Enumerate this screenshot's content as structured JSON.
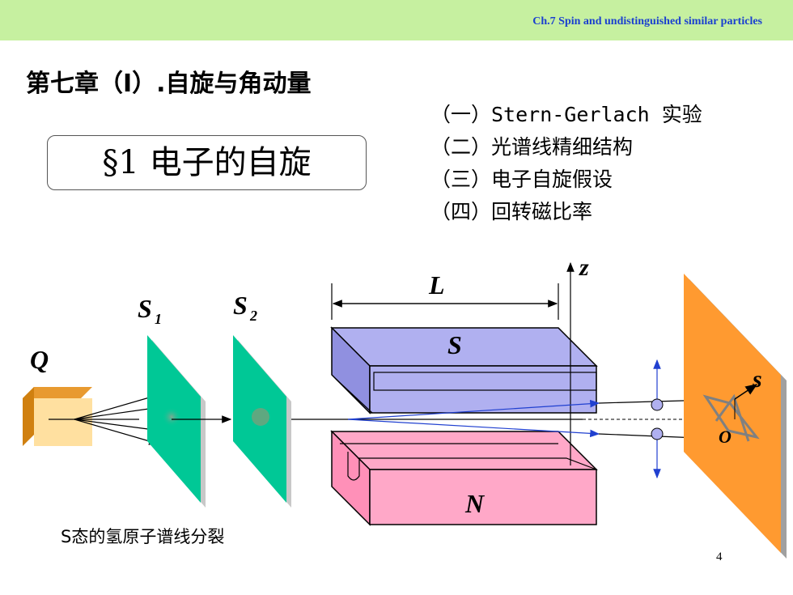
{
  "header": {
    "text": "Ch.7  Spin and undistinguished   similar particles"
  },
  "title": "第七章（Ⅰ）.自旋与角动量",
  "section": "§1 电子的自旋",
  "outline": [
    "（一）Stern-Gerlach 实验",
    "（二）光谱线精细结构",
    "（三）电子自旋假设",
    "（四）回转磁比率"
  ],
  "diagram": {
    "labels": {
      "source": "Q",
      "slit1_main": "S",
      "slit1_sub": "1",
      "slit2_main": "S",
      "slit2_sub": "2",
      "length": "L",
      "z_axis": "z",
      "magnet_top": "S",
      "magnet_bottom": "N",
      "spin": "s",
      "origin": "O"
    },
    "colors": {
      "source": "#ffe0a0",
      "slit": "#00c896",
      "magnet_top": "#b0b0f0",
      "magnet_bottom": "#ffa8c8",
      "screen": "#ff9a30",
      "arrow": "#2040d0"
    }
  },
  "caption": "S态的氢原子谱线分裂",
  "page_number": "4"
}
